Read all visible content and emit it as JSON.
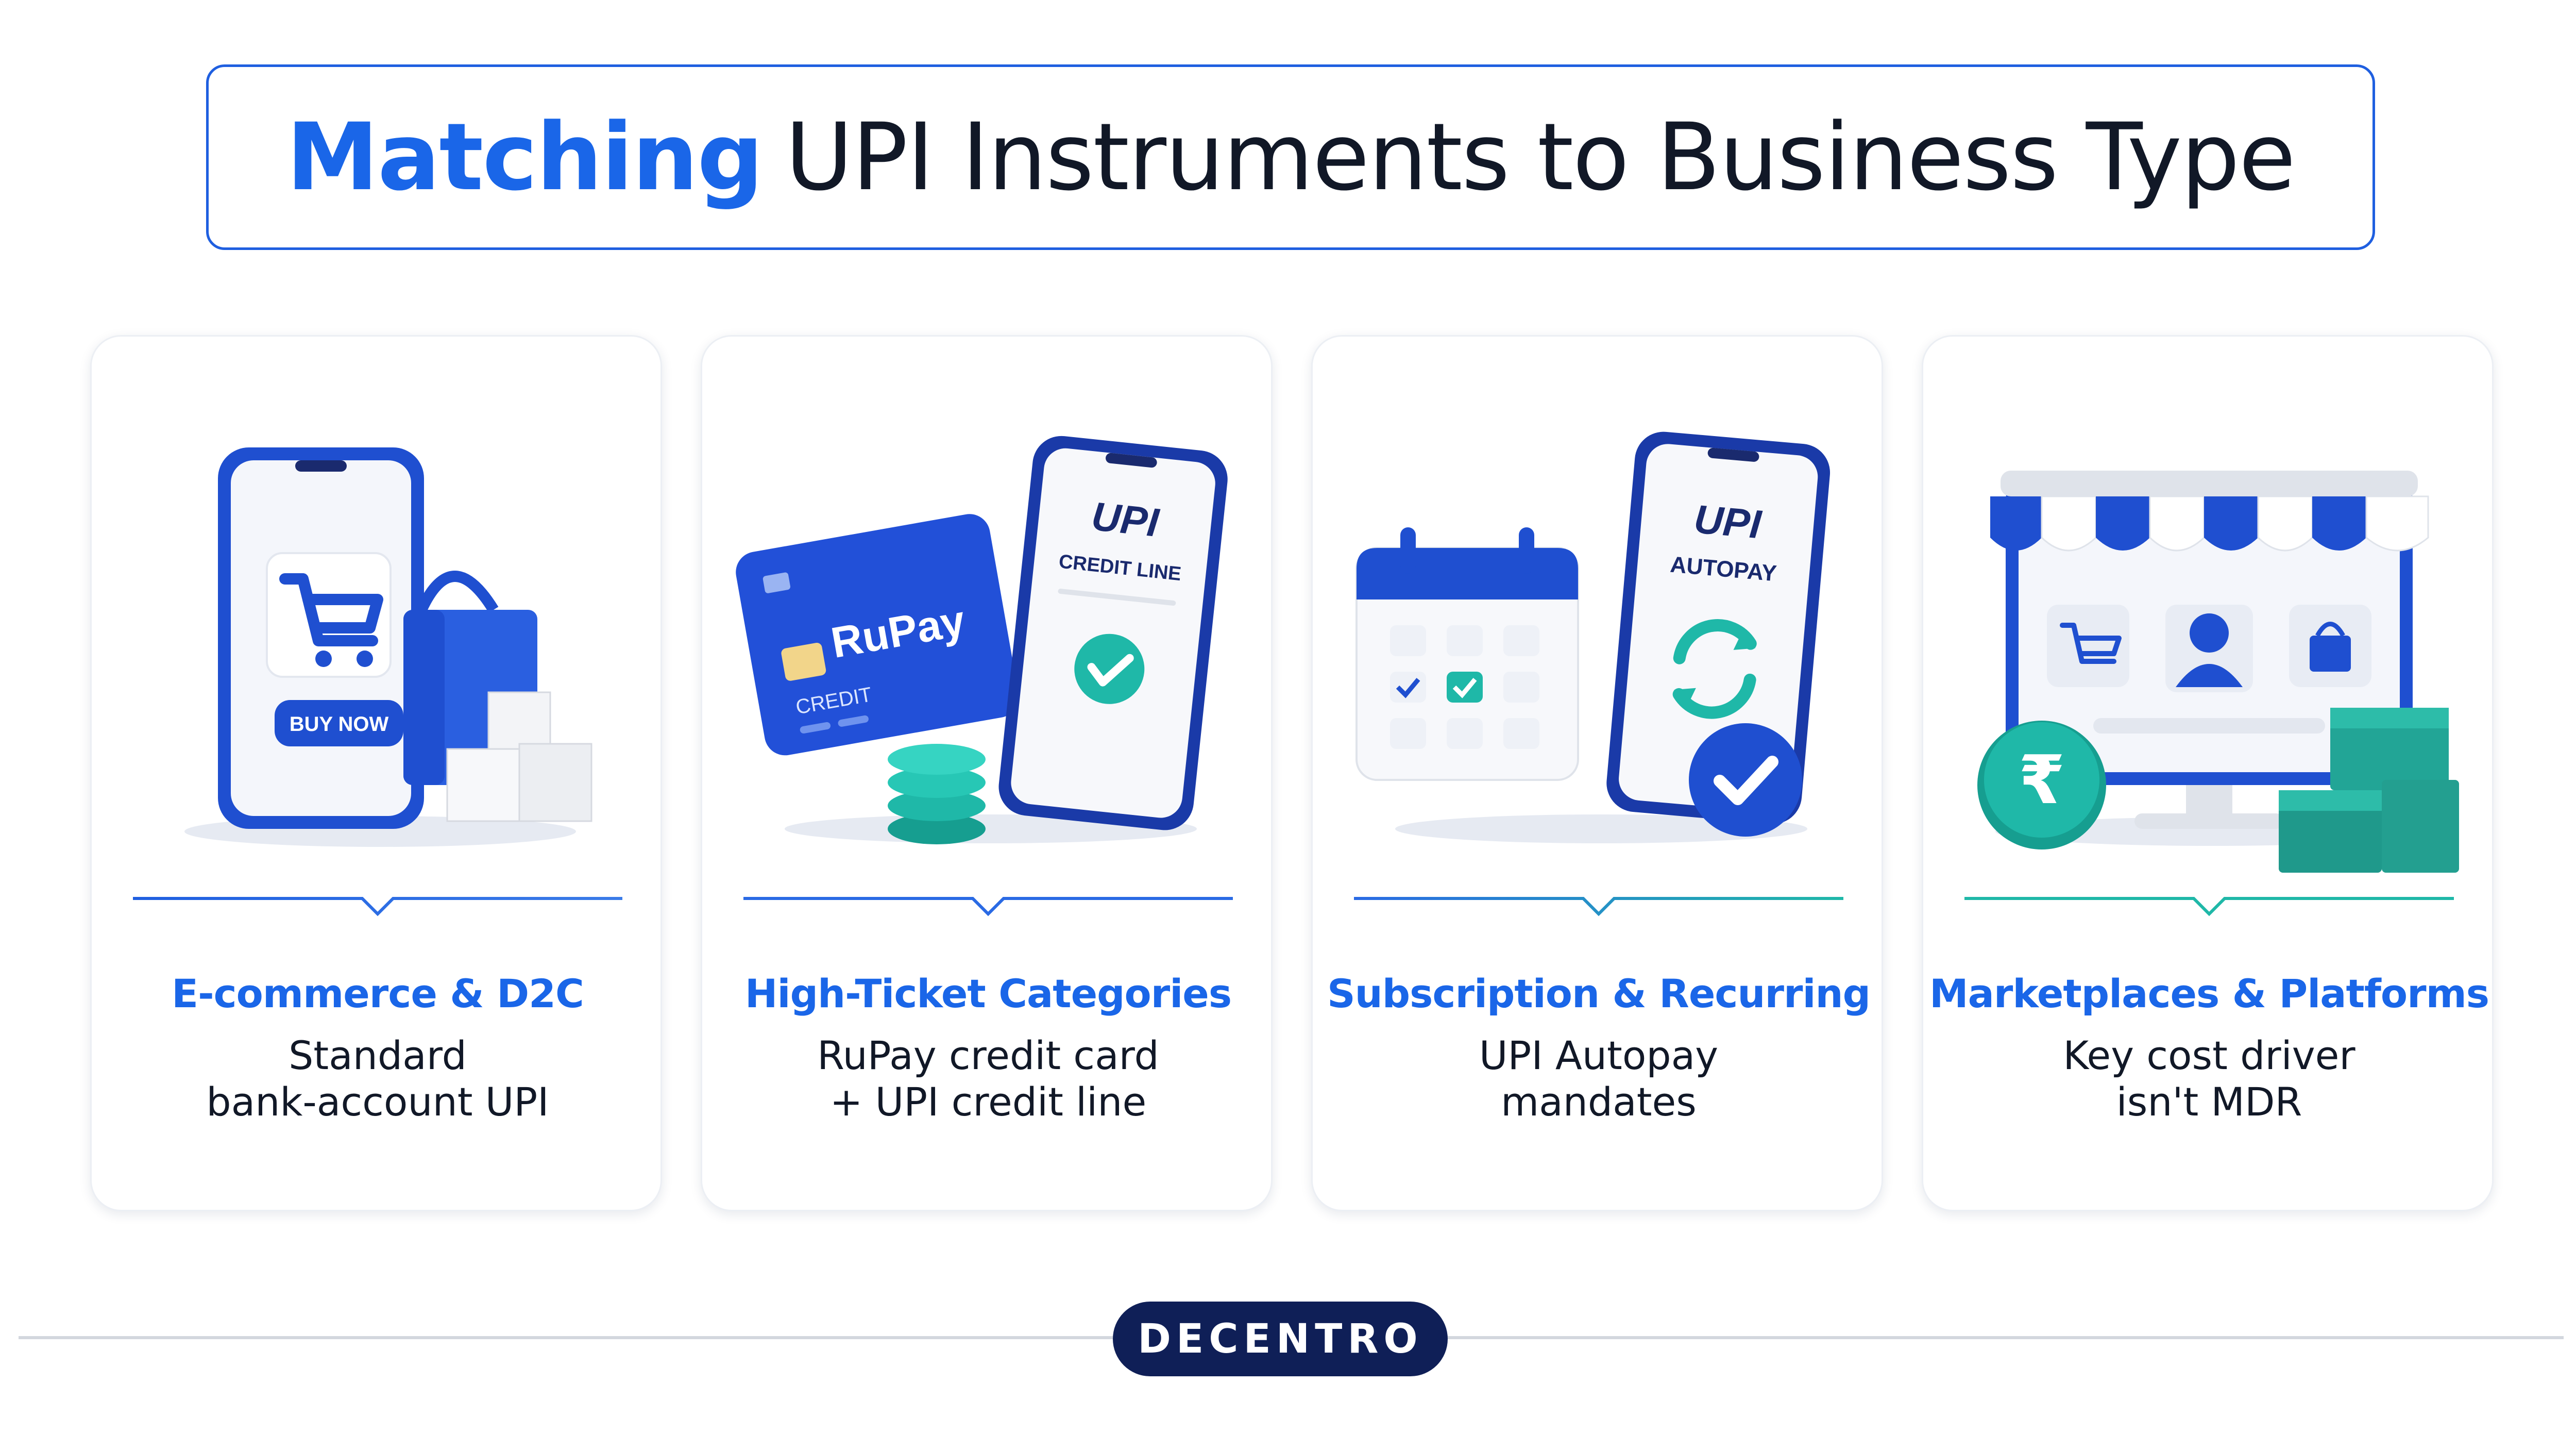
{
  "header": {
    "title_highlight": "Matching",
    "title_rest": "UPI Instruments to Business Type"
  },
  "colors": {
    "accent": "#1a66e8",
    "teal": "#1fb8a8",
    "navy": "#0f1f57",
    "text": "#111827"
  },
  "cards": [
    {
      "title": "E-commerce & D2C",
      "desc_line1": "Standard",
      "desc_line2": "bank-account UPI",
      "illustration": "phone-cart-shopping-bag-boxes",
      "button_label": "BUY NOW"
    },
    {
      "title": "High-Ticket Categories",
      "desc_line1": "RuPay credit card",
      "desc_line2": "+ UPI credit line",
      "illustration": "rupay-card-phone-upi",
      "card_brand": "RuPay",
      "card_type": "CREDIT",
      "phone_logo": "UPI",
      "phone_caption": "CREDIT LINE"
    },
    {
      "title": "Subscription & Recurring",
      "desc_line1": "UPI Autopay",
      "desc_line2": "mandates",
      "illustration": "calendar-phone-autopay",
      "phone_logo": "UPI",
      "phone_caption": "AUTOPAY"
    },
    {
      "title": "Marketplaces & Platforms",
      "desc_line1": "Key cost driver",
      "desc_line2": "isn't MDR",
      "illustration": "storefront-monitor-rupee-boxes",
      "coin_symbol": "₹"
    }
  ],
  "footer": {
    "logo_text": "DECENTRO"
  }
}
